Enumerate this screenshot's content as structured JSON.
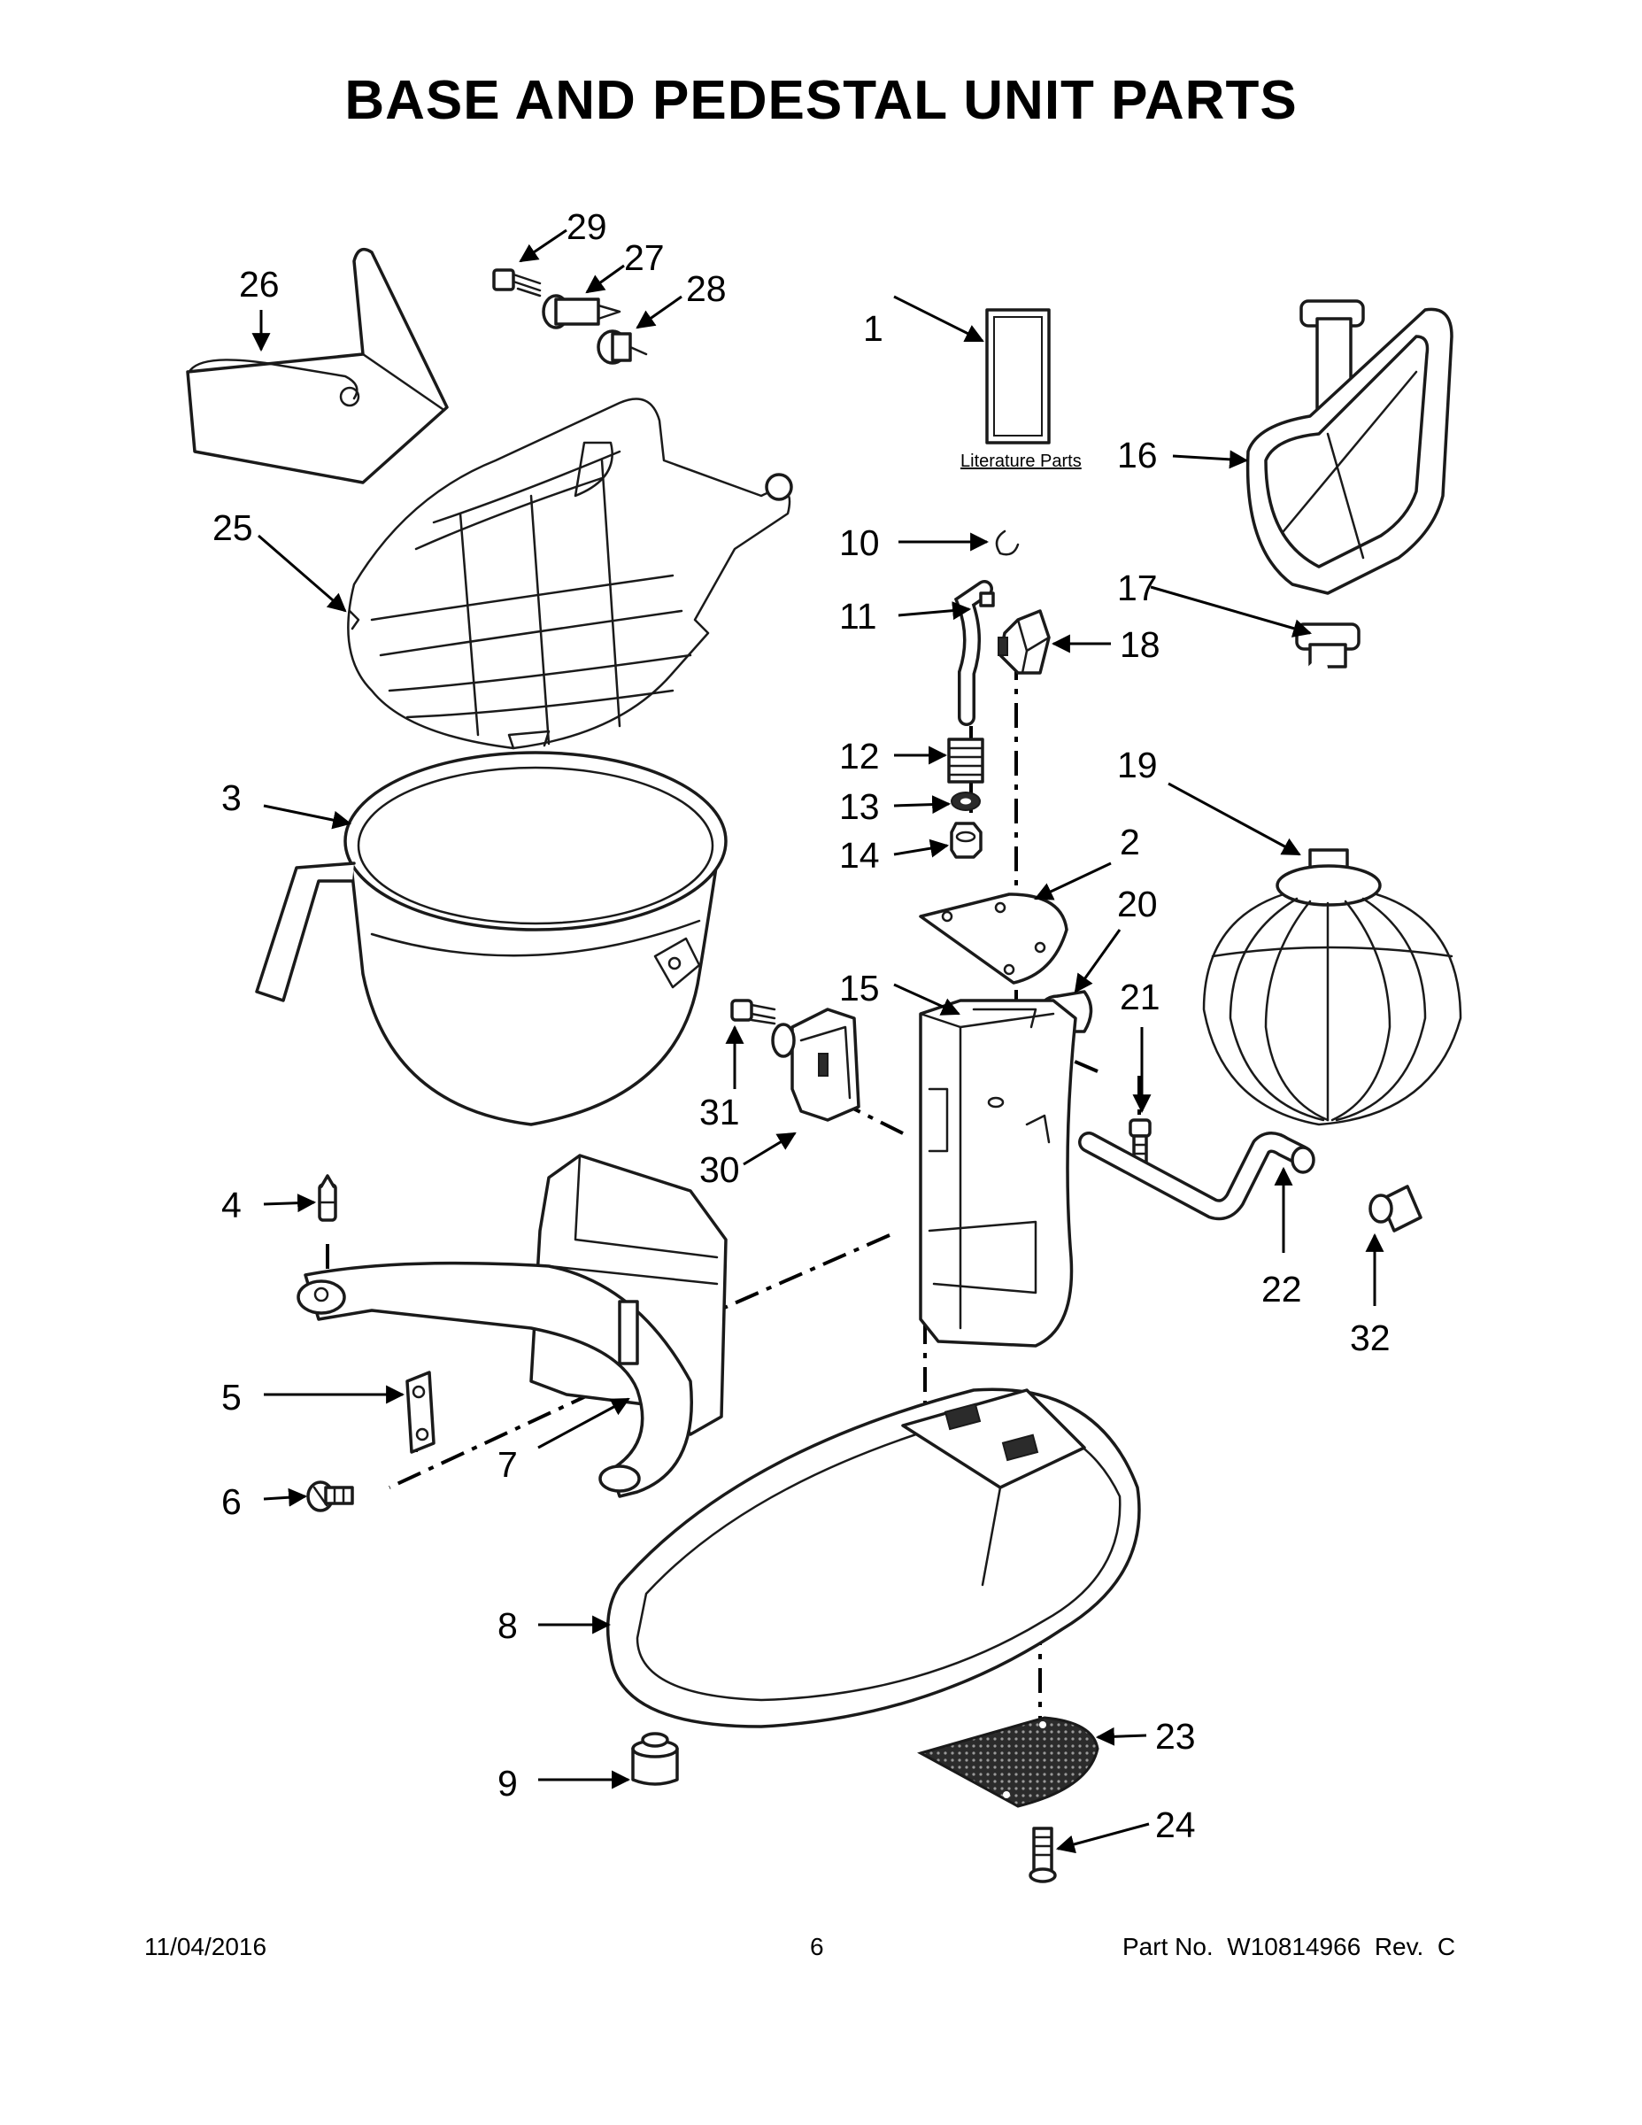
{
  "title": "BASE AND PEDESTAL UNIT PARTS",
  "literature_label": "Literature Parts",
  "callouts": {
    "c1": "1",
    "c2": "2",
    "c3": "3",
    "c4": "4",
    "c5": "5",
    "c6": "6",
    "c7": "7",
    "c8": "8",
    "c9": "9",
    "c10": "10",
    "c11": "11",
    "c12": "12",
    "c13": "13",
    "c14": "14",
    "c15": "15",
    "c16": "16",
    "c17": "17",
    "c18": "18",
    "c19": "19",
    "c20": "20",
    "c21": "21",
    "c22": "22",
    "c23": "23",
    "c24": "24",
    "c25": "25",
    "c26": "26",
    "c27": "27",
    "c28": "28",
    "c29": "29",
    "c30": "30",
    "c31": "31",
    "c32": "32"
  },
  "footer": {
    "date": "11/04/2016",
    "page": "6",
    "part_label": "Part No.  W10814966  Rev.  C"
  }
}
